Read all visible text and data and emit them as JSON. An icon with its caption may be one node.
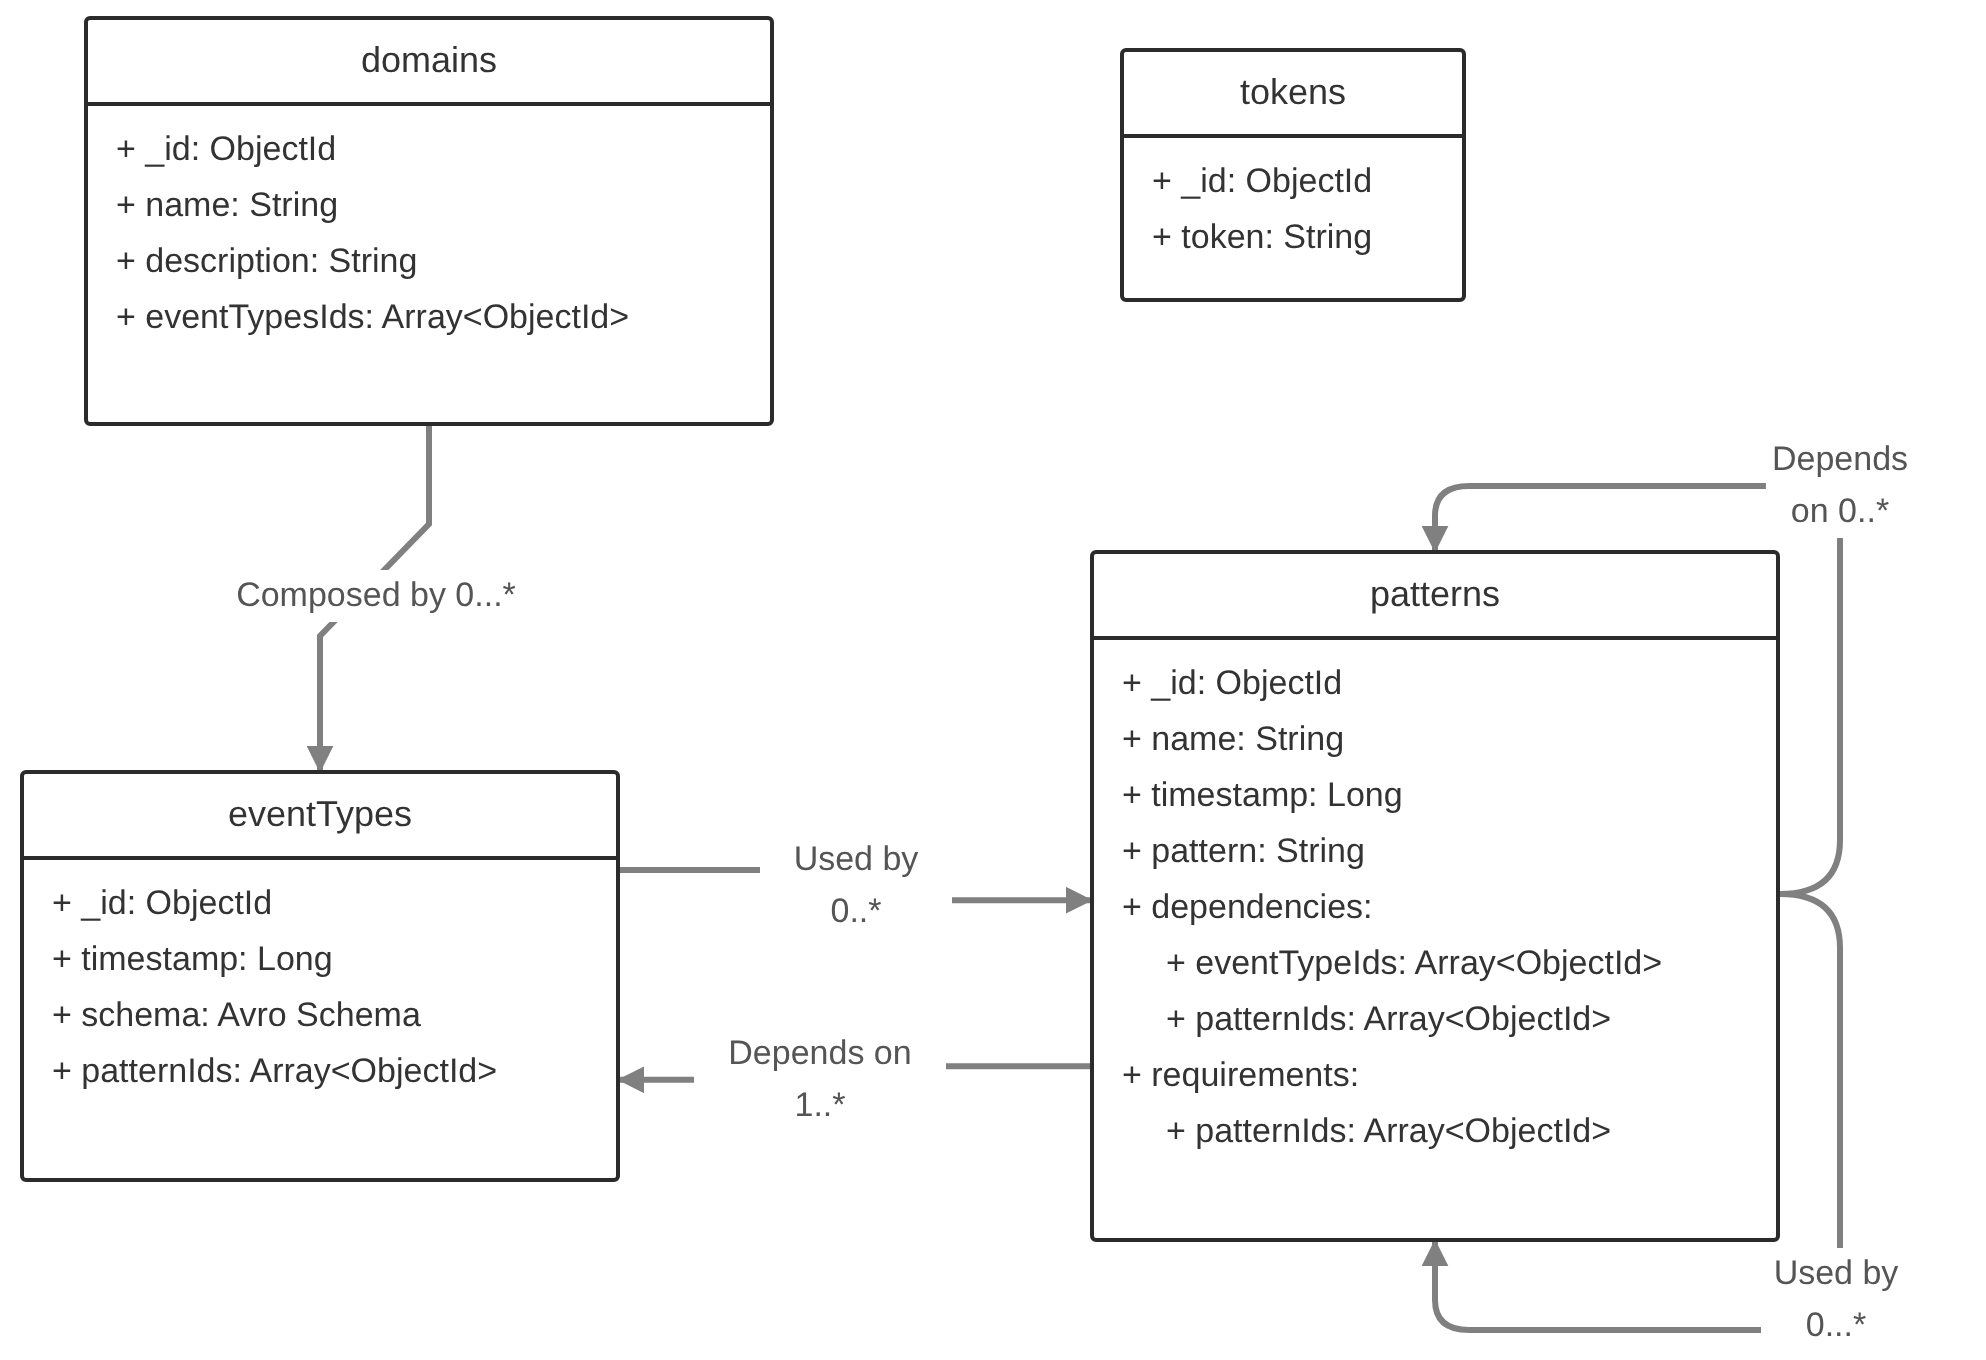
{
  "diagram": {
    "nodes": [
      {
        "text": [
          "domains",
          "+ _id: ObjectId",
          "+ name: String",
          "+ description: String",
          "+ eventTypesIds: Array<ObjectId>"
        ]
      },
      {
        "text": [
          "tokens",
          "+ _id: ObjectId",
          "+ token: String"
        ]
      },
      {
        "text": [
          "patterns",
          "+ _id: ObjectId",
          "+ name: String",
          "+ timestamp: Long",
          "+ pattern: String",
          "+ dependencies:",
          "+ eventTypeIds: Array<ObjectId>",
          "+ patternIds: Array<ObjectId>",
          "+ requirements:",
          "+ patternIds: Array<ObjectId>"
        ]
      },
      {
        "text": [
          "eventTypes",
          "+ _id: ObjectId",
          "+ timestamp: Long",
          "+ schema: Avro Schema",
          "+ patternIds: Array<ObjectId>"
        ]
      }
    ],
    "edges": [
      {
        "from": 0,
        "to": 3,
        "arrow": "to",
        "label": "Composed by 0...*"
      },
      {
        "from": 3,
        "to": 2,
        "arrow": "to",
        "label": "Used by 0..*"
      },
      {
        "from": 2,
        "to": 3,
        "arrow": "to",
        "label": "Depends on 1..*"
      },
      {
        "from": 2,
        "to": 2,
        "arrow": "to",
        "label": "Depends on 0..*"
      },
      {
        "from": 2,
        "to": 2,
        "arrow": "to",
        "label": "Used by 0...*"
      }
    ]
  }
}
